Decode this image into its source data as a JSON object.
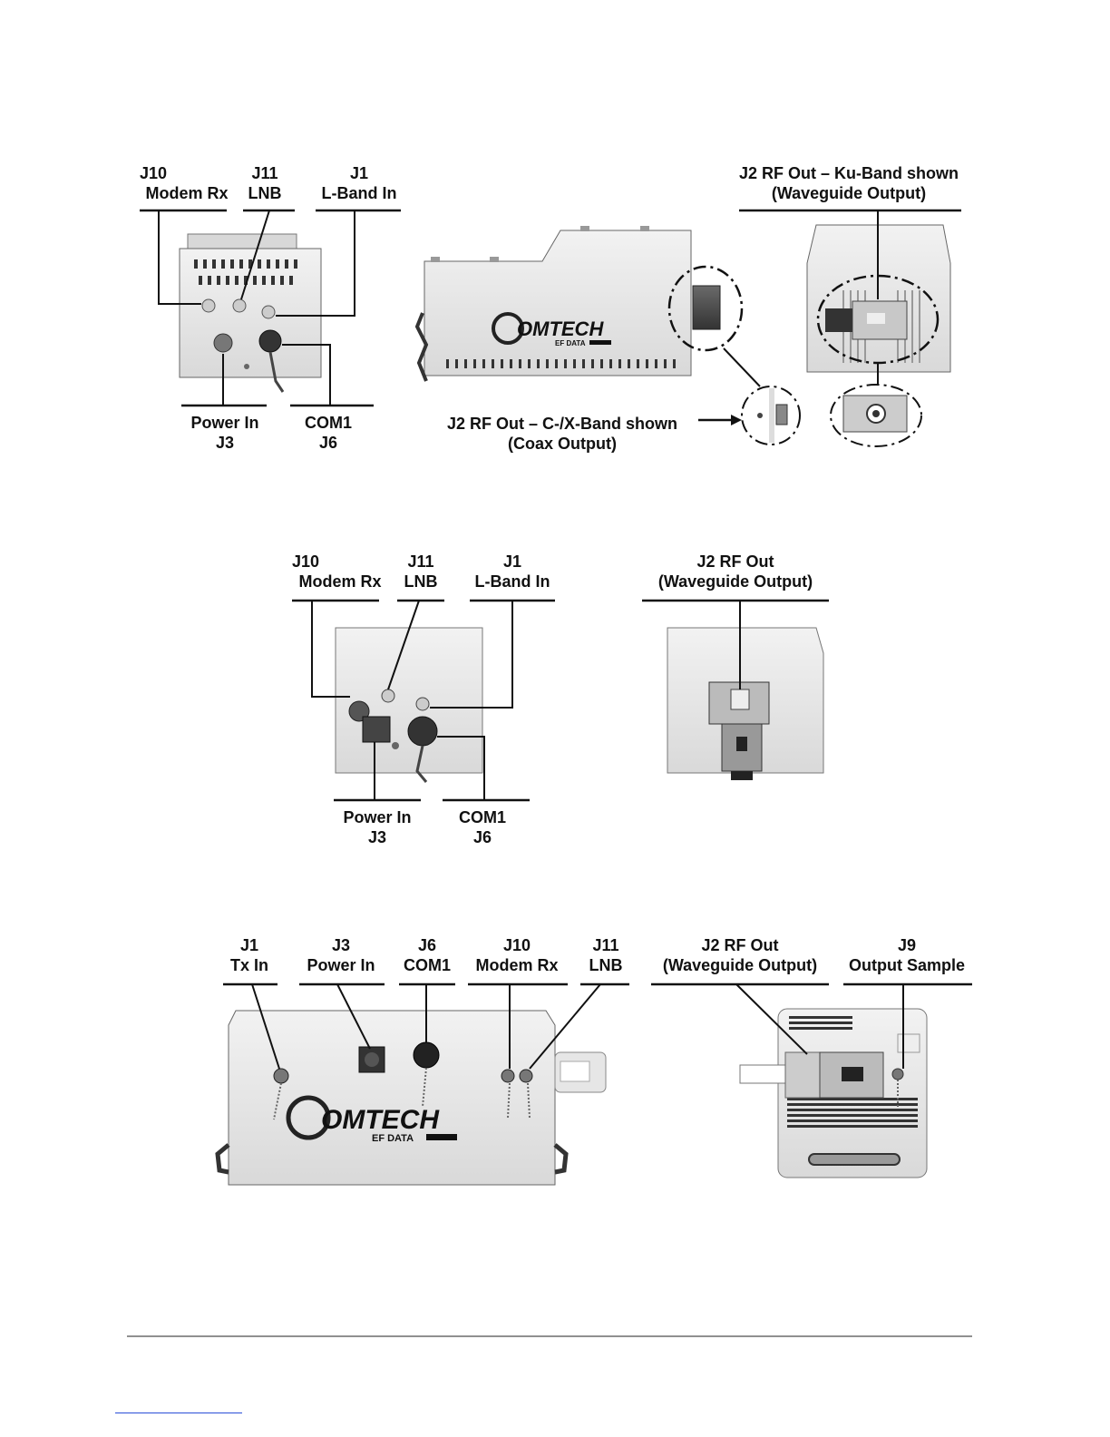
{
  "figure1": {
    "j10": {
      "line1": "J10",
      "line2": "Modem Rx"
    },
    "j11": {
      "line1": "J11",
      "line2": "LNB"
    },
    "j1": {
      "line1": "J1",
      "line2": "L-Band In"
    },
    "j2_ku": {
      "line1": "J2 RF Out – Ku-Band shown",
      "line2": "(Waveguide Output)"
    },
    "power": {
      "line1": "Power In",
      "line2": "J3"
    },
    "com1": {
      "line1": "COM1",
      "line2": "J6"
    },
    "j2_cx": {
      "line1": "J2 RF Out – C-/X-Band shown",
      "line2": "(Coax Output)"
    },
    "logo": {
      "brand": "OMTECH",
      "sub": "EF DATA"
    }
  },
  "figure2": {
    "j10": {
      "line1": "J10",
      "line2": "Modem Rx"
    },
    "j11": {
      "line1": "J11",
      "line2": "LNB"
    },
    "j1": {
      "line1": "J1",
      "line2": "L-Band In"
    },
    "j2": {
      "line1": "J2 RF Out",
      "line2": "(Waveguide Output)"
    },
    "power": {
      "line1": "Power In",
      "line2": "J3"
    },
    "com1": {
      "line1": "COM1",
      "line2": "J6"
    }
  },
  "figure3": {
    "j1": {
      "line1": "J1",
      "line2": "Tx In"
    },
    "j3": {
      "line1": "J3",
      "line2": "Power In"
    },
    "j6": {
      "line1": "J6",
      "line2": "COM1"
    },
    "j10": {
      "line1": "J10",
      "line2": "Modem Rx"
    },
    "j11": {
      "line1": "J11",
      "line2": "LNB"
    },
    "j2": {
      "line1": "J2 RF Out",
      "line2": "(Waveguide Output)"
    },
    "j9": {
      "line1": "J9",
      "line2": "Output Sample"
    },
    "logo": {
      "brand": "OMTECH",
      "sub": "EF DATA"
    }
  }
}
